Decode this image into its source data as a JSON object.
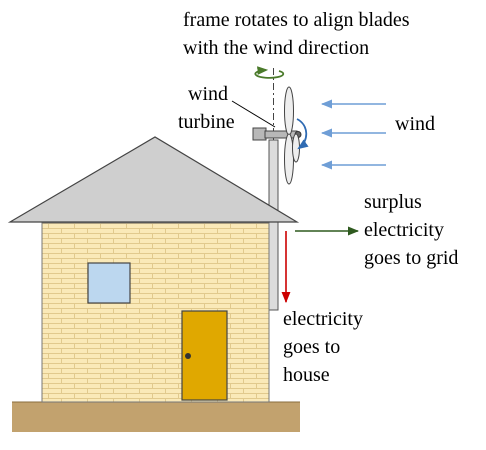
{
  "labels": {
    "rotation_note": [
      "frame rotates to align blades",
      "with the wind direction"
    ],
    "turbine": [
      "wind",
      "turbine"
    ],
    "wind": "wind",
    "surplus": [
      "surplus",
      "electricity",
      "goes to grid"
    ],
    "house_power": [
      "electricity",
      "goes to",
      "house"
    ]
  },
  "colors": {
    "wind_arrow": "#6f9ed6",
    "grid_arrow": "#2f5a1f",
    "house_arrow": "#cc0000",
    "rotation_arrow": "#4a7a2a",
    "blade_spin_arrow": "#2f6bb3",
    "wall": "#fae9b8",
    "brick_line": "#e1c98d",
    "roof": "#cfcfcf",
    "window": "#bcd7ef",
    "door": "#e0a800",
    "ground": "#c2a26e",
    "mast": "#dcdcdc"
  }
}
